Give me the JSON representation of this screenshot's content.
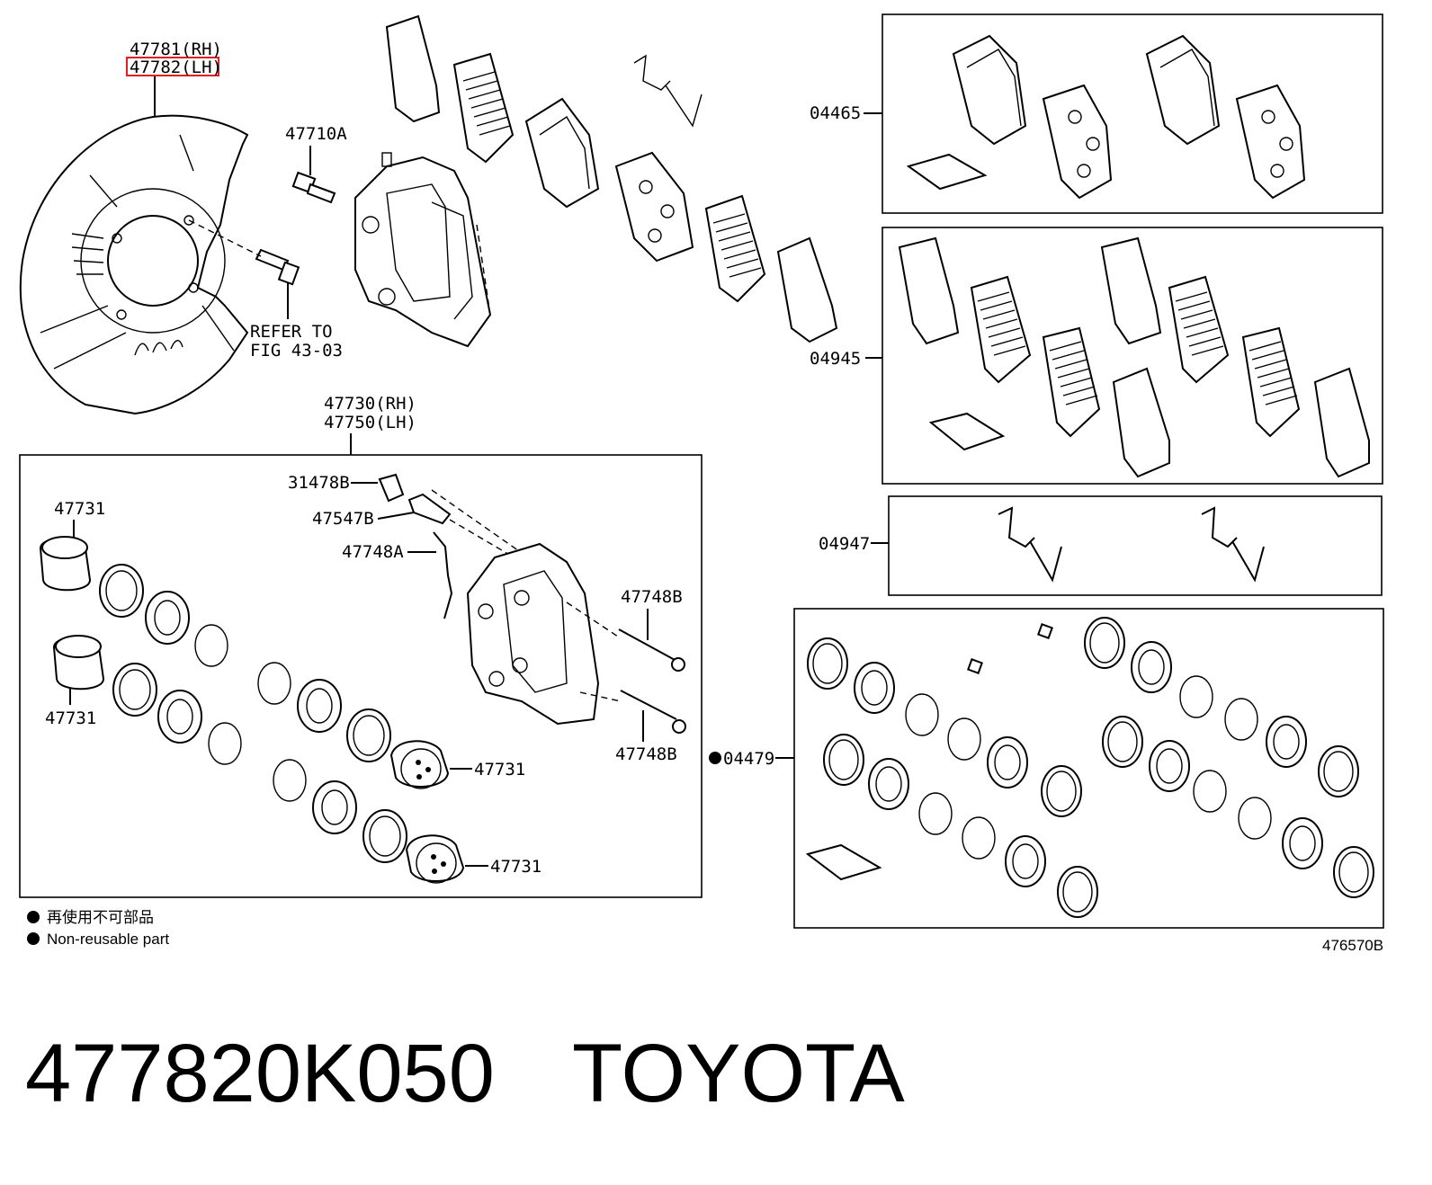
{
  "diagram": {
    "labels": {
      "shield_rh": "47781(RH)",
      "shield_lh": "47782(LH)",
      "bolt": "47710A",
      "refer_1": "REFER TO",
      "refer_2": "FIG 43-03",
      "caliper_rh": "47730(RH)",
      "caliper_lh": "47750(LH)",
      "cap": "31478B",
      "bleeder": "47547B",
      "spring": "47748A",
      "pin_top": "47748B",
      "pin_bottom": "47748B",
      "piston_a": "47731",
      "piston_b": "47731",
      "piston_c": "47731",
      "piston_d": "47731",
      "kit_pads": "04465",
      "kit_shims": "04945",
      "kit_springs": "04947",
      "kit_seals": "04479",
      "figure_id": "476570B"
    },
    "legend": {
      "line_jp": "再使用不可部品",
      "line_en": "Non-reusable part"
    },
    "highlight_color": "#e02020"
  },
  "caption": {
    "part_number": "477820K050",
    "brand": "TOYOTA"
  }
}
